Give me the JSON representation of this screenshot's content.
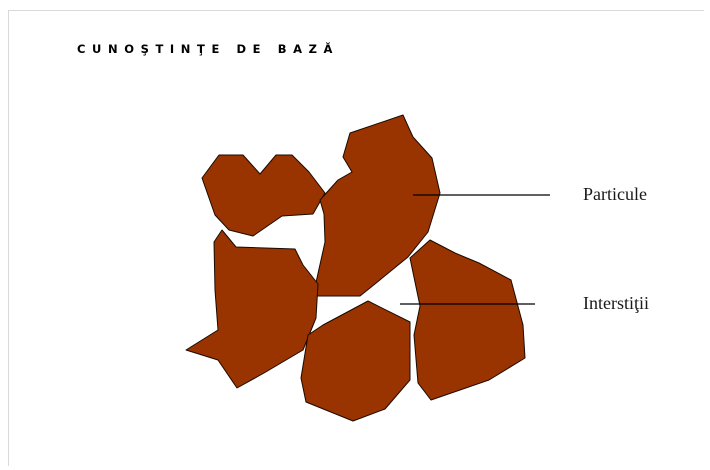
{
  "header": {
    "title": "CUNOŞTINŢE DE BAZĂ"
  },
  "diagram": {
    "fill_color": "#993300",
    "outline_color": "#1a0a00",
    "labels": {
      "particles": "Particule",
      "interstices": "Interstiţii"
    }
  }
}
